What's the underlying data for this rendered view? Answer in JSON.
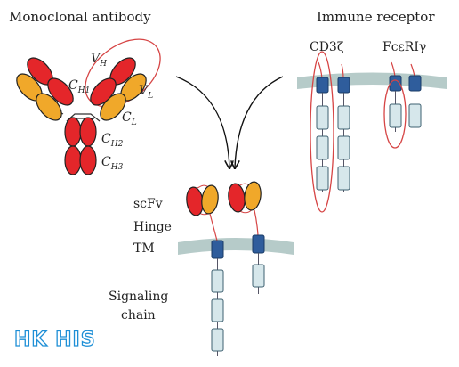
{
  "diagram": {
    "left_title": "Monoclonal antibody",
    "right_title": "Immune receptor",
    "domains": {
      "vh": {
        "base": "V",
        "sub": "H"
      },
      "vl": {
        "base": "V",
        "sub": "L"
      },
      "ch1": {
        "base": "C",
        "sub": "H1"
      },
      "cl": {
        "base": "C",
        "sub": "L"
      },
      "ch2": {
        "base": "C",
        "sub": "H2"
      },
      "ch3": {
        "base": "C",
        "sub": "H3"
      }
    },
    "receptor_labels": {
      "cd3z": "CD3ζ",
      "fceriy": "FcεRIγ"
    },
    "car_labels": {
      "scfv": "scFv",
      "hinge": "Hinge",
      "tm": "TM",
      "signaling_line1": "Signaling",
      "signaling_line2": "chain"
    },
    "watermark": "HK HIS",
    "colors": {
      "heavy_chain_red": "#e4262a",
      "light_chain_orange": "#f0a82a",
      "membrane": "#b6cbc9",
      "transmembrane_blue": "#2f5d9c",
      "signaling_box": "#d6e7eb",
      "highlight_outline": "#d64545",
      "watermark_blue": "#1e8fd6"
    }
  }
}
